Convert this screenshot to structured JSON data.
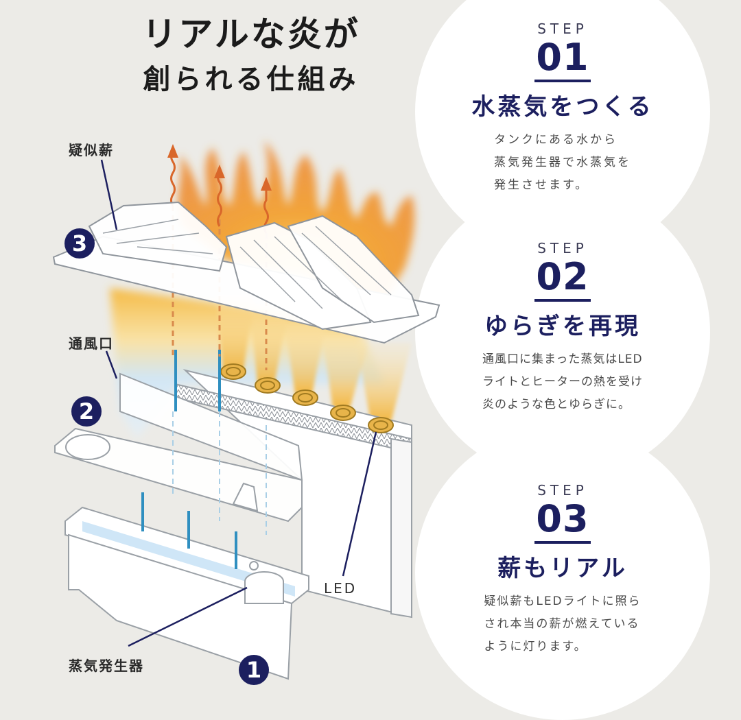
{
  "title": {
    "line1": "リアルな炎が",
    "line2": "創られる仕組み"
  },
  "diagram": {
    "labels": {
      "pseudo_firewood": "疑似薪",
      "vent": "通風口",
      "led": "LED",
      "steam_generator": "蒸気発生器"
    },
    "badges": [
      "1",
      "2",
      "3"
    ],
    "colors": {
      "navy": "#1c1f5f",
      "flame_orange": "#e9892d",
      "flame_yellow": "#f5c242",
      "steam_blue": "#bfe0f5",
      "rod_blue": "#2f8fc0",
      "background": "#ecebe7"
    }
  },
  "steps": [
    {
      "label": "STEP",
      "number": "01",
      "title": "水蒸気をつくる",
      "body": [
        "タンクにある水から",
        "蒸気発生器で水蒸気を",
        "発生させます。"
      ]
    },
    {
      "label": "STEP",
      "number": "02",
      "title": "ゆらぎを再現",
      "body": [
        "通風口に集まった蒸気はLED",
        "ライトとヒーターの熱を受け",
        "炎のような色とゆらぎに。"
      ]
    },
    {
      "label": "STEP",
      "number": "03",
      "title": "薪もリアル",
      "body": [
        "疑似薪もLEDライトに照ら",
        "され本当の薪が燃えている",
        "ように灯ります。"
      ]
    }
  ]
}
